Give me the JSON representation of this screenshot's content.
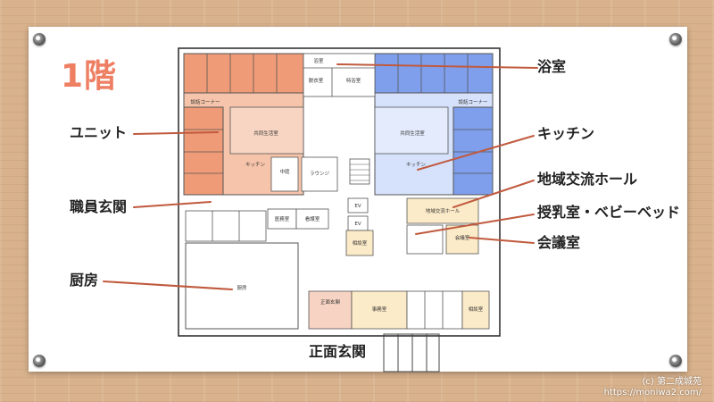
{
  "floor_title": "1階",
  "callouts": {
    "bath": "浴室",
    "unit": "ユニット",
    "kitchen": "キッチン",
    "community_hall": "地域交流ホール",
    "staff_entrance": "職員玄関",
    "nursing_room": "授乳室・ベビーベッド",
    "meeting_room": "会議室",
    "kitchen_main": "厨房",
    "main_entrance": "正面玄関"
  },
  "rooms": {
    "bath_room": "浴室",
    "dressing": "脱衣室",
    "special_bath": "特浴室",
    "lounge_corner_left": "談話コーナー",
    "lounge_corner_right": "談話コーナー",
    "living_left": "共同生活室",
    "living_right": "共同生活室",
    "kitchen_left": "キッチン",
    "kitchen_right": "キッチン",
    "courtyard": "中庭",
    "lounge": "ラウンジ",
    "ev1": "EV",
    "ev2": "EV",
    "medical": "医務室",
    "nurse": "看護室",
    "consult1": "相談室",
    "community_hall": "地域交流ホール",
    "meeting": "会議室",
    "kitchen_big": "厨房",
    "entrance_hall": "正面玄関",
    "office": "事務室",
    "consult2": "相談室"
  },
  "copyright": {
    "line1": "(c) 第二成城苑",
    "line2": "https://moniwa2.com/"
  },
  "colors": {
    "unit_left": "#f6c4aa",
    "unit_left_strong": "#f09b77",
    "unit_right": "#d6e2fb",
    "unit_right_strong": "#7f9fec",
    "accent_yellow": "#fcebc8",
    "accent_pink": "#f7d3c3",
    "leader": "#c05a3e"
  }
}
